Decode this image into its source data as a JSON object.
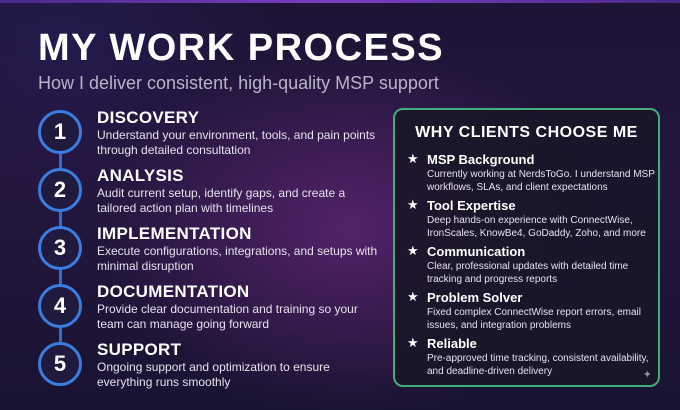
{
  "header": {
    "title": "MY WORK PROCESS",
    "subtitle": "How I deliver consistent, high-quality MSP support"
  },
  "steps": [
    {
      "number": "1",
      "title": "DISCOVERY",
      "description": "Understand your environment, tools, and pain points through detailed consultation"
    },
    {
      "number": "2",
      "title": "ANALYSIS",
      "description": "Audit current setup, identify gaps, and create a tailored action plan with timelines"
    },
    {
      "number": "3",
      "title": "IMPLEMENTATION",
      "description": "Execute configurations, integrations, and setups with minimal disruption"
    },
    {
      "number": "4",
      "title": "DOCUMENTATION",
      "description": "Provide clear documentation and training so your team can manage going forward"
    },
    {
      "number": "5",
      "title": "SUPPORT",
      "description": "Ongoing support and optimization to ensure everything runs smoothly"
    }
  ],
  "panel": {
    "title": "WHY CLIENTS CHOOSE ME",
    "star_glyph": "★",
    "sparkle_glyph": "✦",
    "reasons": [
      {
        "title": "MSP Background",
        "description": "Currently working at NerdsToGo. I understand MSP workflows, SLAs, and client expectations"
      },
      {
        "title": "Tool Expertise",
        "description": "Deep hands-on experience with ConnectWise, IronScales, KnowBe4, GoDaddy, Zoho, and more"
      },
      {
        "title": "Communication",
        "description": "Clear, professional updates with detailed time tracking and progress reports"
      },
      {
        "title": "Problem Solver",
        "description": "Fixed complex ConnectWise report errors, email issues, and integration problems"
      },
      {
        "title": "Reliable",
        "description": "Pre-approved time tracking, consistent availability, and deadline-driven delivery"
      }
    ]
  },
  "colors": {
    "accent_blue": "#3a7de0",
    "panel_border_green": "#3fae78",
    "background": "#1c1233"
  },
  "icons": {
    "reason_icon": "star-icon",
    "corner_icon": "sparkle-icon"
  }
}
